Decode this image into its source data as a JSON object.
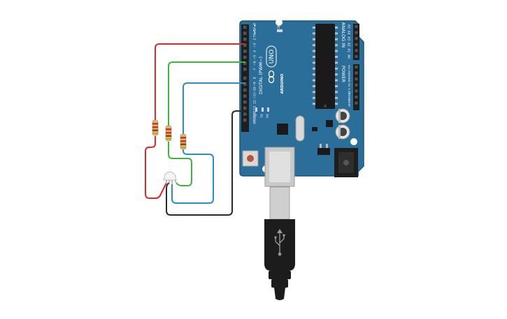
{
  "board": {
    "brand": "ARDUINO",
    "model": "UNO",
    "digital_label": "DIGITAL (PWM~)",
    "analog_label": "ANALOG IN",
    "power_label": "POWER",
    "on_label": "ON",
    "tx_label": "TX",
    "rx_label": "RX",
    "l_label": "L",
    "digital_pins": [
      "RX◄0",
      "TX►1",
      "2",
      "~3",
      "4",
      "~5",
      "~6",
      "7",
      "8",
      "~9",
      "~10",
      "~11",
      "12",
      "13",
      "GND",
      "AREF"
    ],
    "analog_pins": [
      "A5",
      "A4",
      "A3",
      "A2",
      "A1",
      "A0"
    ],
    "power_pins": [
      "Vin",
      "GND",
      "GND",
      "5V",
      "3.3V",
      "RESET",
      "IOREF"
    ]
  },
  "wires": [
    {
      "name": "red-wire",
      "color": "#d62b2b"
    },
    {
      "name": "green-wire",
      "color": "#3fb33f"
    },
    {
      "name": "blue-wire",
      "color": "#2b8fc7"
    },
    {
      "name": "black-wire",
      "color": "#2a2a2a"
    }
  ],
  "colors": {
    "board_blue": "#2c6e9a",
    "header_black": "#1e1e1e",
    "resistor_body": "#d8b878",
    "usb_plug": "#1c1c1c"
  }
}
